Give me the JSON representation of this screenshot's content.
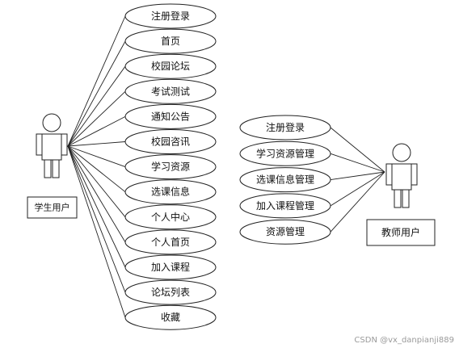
{
  "student": {
    "label": "学生用户",
    "use_cases": [
      "注册登录",
      "首页",
      "校园论坛",
      "考试测试",
      "通知公告",
      "校园咨讯",
      "学习资源",
      "选课信息",
      "个人中心",
      "个人首页",
      "加入课程",
      "论坛列表",
      "收藏"
    ]
  },
  "teacher": {
    "label": "教师用户",
    "use_cases": [
      "注册登录",
      "学习资源管理",
      "选课信息管理",
      "加入课程管理",
      "资源管理"
    ]
  },
  "watermark": "CSDN @vx_danpianji889",
  "colors": {
    "stroke": "#222222",
    "fill": "#ffffff",
    "text": "#111111",
    "watermark": "#9a9a9a"
  }
}
